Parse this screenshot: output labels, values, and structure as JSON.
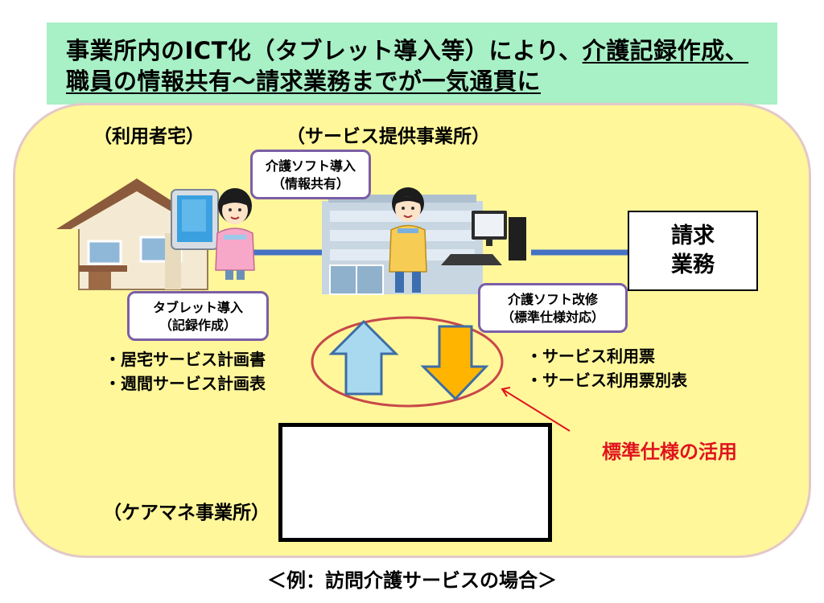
{
  "header": {
    "line1_plain": "事業所内のICT化（タブレット導入等）により、",
    "line1_underlined": "介護記録作成、",
    "line2_underlined": "職員の情報共有～請求業務までが一気通貫に"
  },
  "labels": {
    "user_home": "（利用者宅）",
    "service_office": "（サービス提供事業所）",
    "care_manager_office": "（ケアマネ事業所）"
  },
  "bubbles": {
    "care_software": [
      "介護ソフト導入",
      "（情報共有）"
    ],
    "tablet": [
      "タブレット導入",
      "（記録作成）"
    ],
    "software_upgrade": [
      "介護ソフト改修",
      "（標準仕様対応）"
    ]
  },
  "billing": [
    "請求",
    "業務"
  ],
  "left_docs": [
    "・居宅サービス計画書",
    "・週間サービス計画表"
  ],
  "right_docs": [
    "・サービス利用票",
    "・サービス利用票別表"
  ],
  "standard_label": "標準仕様の活用",
  "caption": "＜例：訪問介護サービスの場合＞",
  "colors": {
    "title_bg": "#a8f0c6",
    "main_bg": "#fff79a",
    "bubble_border": "#7b5ea7",
    "up_arrow": "#a9d9ef",
    "down_arrow": "#ffb400",
    "ellipse": "#c8484a",
    "std_red": "#e0141e",
    "connector": "#4472c4"
  }
}
